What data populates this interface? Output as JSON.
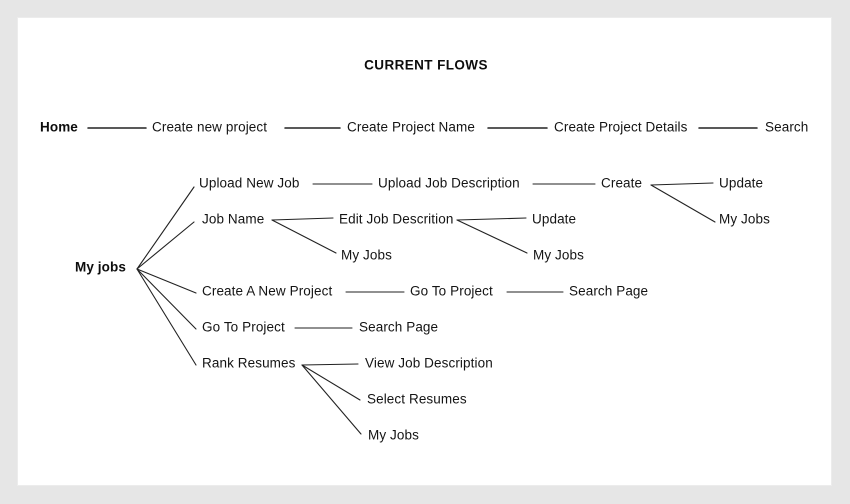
{
  "title": "CURRENT FLOWS",
  "top_flow": {
    "home": "Home",
    "create_new_project": "Create new project",
    "create_project_name": "Create Project Name",
    "create_project_details": "Create Project Details",
    "search": "Search"
  },
  "tree": {
    "root": "My jobs",
    "upload_new_job": "Upload New Job",
    "upload_job_description": "Upload Job Description",
    "create": "Create",
    "create_update": "Update",
    "create_my_jobs": "My Jobs",
    "job_name": "Job Name",
    "edit_job_descrition": "Edit Job Descrition",
    "edit_update": "Update",
    "edit_my_jobs": "My Jobs",
    "job_name_my_jobs": "My Jobs",
    "create_a_new_project": "Create A New Project",
    "canp_go_to_project": "Go To Project",
    "canp_search_page": "Search Page",
    "go_to_project": "Go To Project",
    "gtp_search_page": "Search Page",
    "rank_resumes": "Rank Resumes",
    "view_job_description": "View Job Description",
    "select_resumes": "Select Resumes",
    "rank_my_jobs": "My Jobs"
  },
  "edges": [
    [
      "Home",
      "Create new project"
    ],
    [
      "Create new project",
      "Create Project Name"
    ],
    [
      "Create Project Name",
      "Create Project Details"
    ],
    [
      "Create Project Details",
      "Search"
    ],
    [
      "My jobs",
      "Upload New Job"
    ],
    [
      "My jobs",
      "Job Name"
    ],
    [
      "My jobs",
      "Create A New Project"
    ],
    [
      "My jobs",
      "Go To Project"
    ],
    [
      "My jobs",
      "Rank Resumes"
    ],
    [
      "Upload New Job",
      "Upload Job Description"
    ],
    [
      "Upload Job Description",
      "Create"
    ],
    [
      "Create",
      "Update"
    ],
    [
      "Create",
      "My Jobs"
    ],
    [
      "Job Name",
      "Edit Job Descrition"
    ],
    [
      "Job Name",
      "My Jobs"
    ],
    [
      "Edit Job Descrition",
      "Update"
    ],
    [
      "Edit Job Descrition",
      "My Jobs"
    ],
    [
      "Create A New Project",
      "Go To Project"
    ],
    [
      "Go To Project",
      "Search Page"
    ],
    [
      "Go To Project",
      "Search Page"
    ],
    [
      "Rank Resumes",
      "View Job Description"
    ],
    [
      "Rank Resumes",
      "Select Resumes"
    ],
    [
      "Rank Resumes",
      "My Jobs"
    ]
  ],
  "colors": {
    "background": "#e6e6e6",
    "card": "#ffffff",
    "text": "#141414",
    "line": "#222222"
  }
}
